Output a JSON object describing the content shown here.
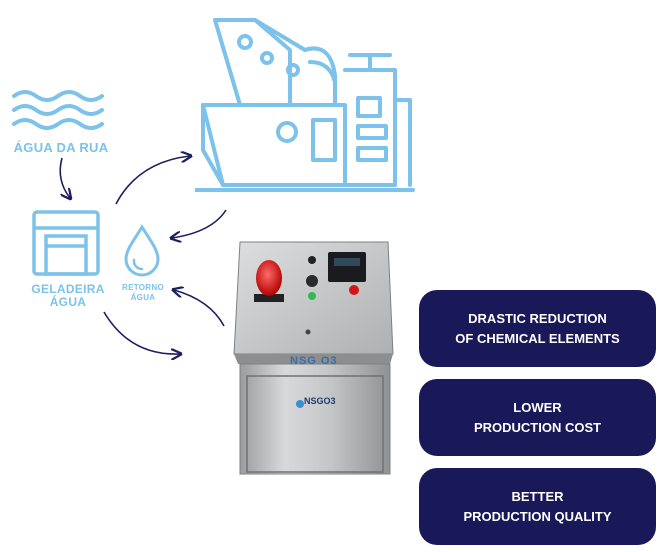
{
  "labels": {
    "street_water": "ÁGUA DA RUA",
    "chiller_line1": "GELADEIRA",
    "chiller_line2": "ÁGUA",
    "return_line1": "RETORNO",
    "return_line2": "ÁGUA"
  },
  "machine": {
    "front_label": "NSG O3",
    "brand": "NSGO3"
  },
  "benefits": [
    {
      "line1": "DRASTIC REDUCTION",
      "line2": "OF CHEMICAL ELEMENTS"
    },
    {
      "line1": "LOWER",
      "line2": "PRODUCTION COST"
    },
    {
      "line1": "BETTER",
      "line2": "PRODUCTION QUALITY"
    }
  ],
  "colors": {
    "icon_blue": "#7cc2ea",
    "arrow_navy": "#1f1f5e",
    "box_navy": "#19195a"
  }
}
